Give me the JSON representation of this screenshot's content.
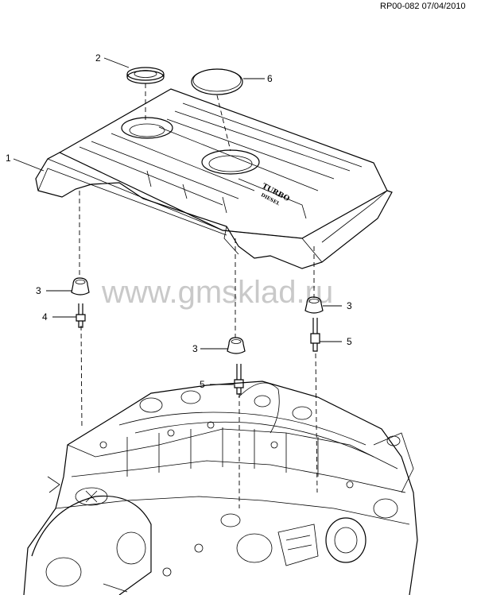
{
  "header": {
    "code": "RP00-082 07/04/2010"
  },
  "watermark": "www.gmsklad.ru",
  "cover_badge": {
    "line1": "TURBO",
    "line2": "DIESEL"
  },
  "callouts": [
    {
      "id": "c1",
      "label": "1"
    },
    {
      "id": "c2",
      "label": "2"
    },
    {
      "id": "c6",
      "label": "6"
    },
    {
      "id": "c3a",
      "label": "3"
    },
    {
      "id": "c4",
      "label": "4"
    },
    {
      "id": "c3b",
      "label": "3"
    },
    {
      "id": "c5a",
      "label": "5"
    },
    {
      "id": "c3c",
      "label": "3"
    },
    {
      "id": "c5b",
      "label": "5"
    }
  ]
}
